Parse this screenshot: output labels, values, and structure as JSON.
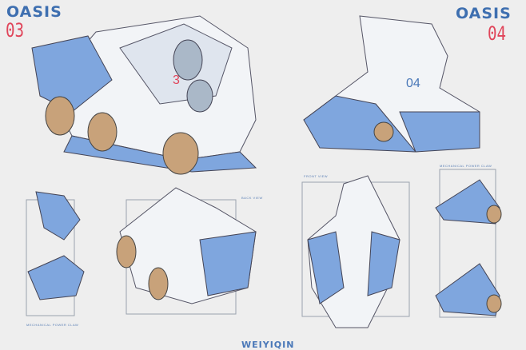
{
  "sheet_left": {
    "logo": "OASIS",
    "number": "03",
    "vehicle_marking": "3"
  },
  "sheet_right": {
    "logo": "OASIS",
    "number": "04",
    "vehicle_marking": "04"
  },
  "views": {
    "claw_left": "MECHANICAL POWER CLAW",
    "back_view": "BACK VIEW",
    "front_view": "FRONT VIEW",
    "claw_right": "MECHANICAL POWER CLAW"
  },
  "signature": "WEIYIQIN",
  "colors": {
    "body_blue": "#7fa6de",
    "panel_white": "#f2f4f7",
    "tire_tan": "#c8a27a",
    "accent_red": "#e0455a",
    "logo_blue": "#3e6fb0"
  }
}
